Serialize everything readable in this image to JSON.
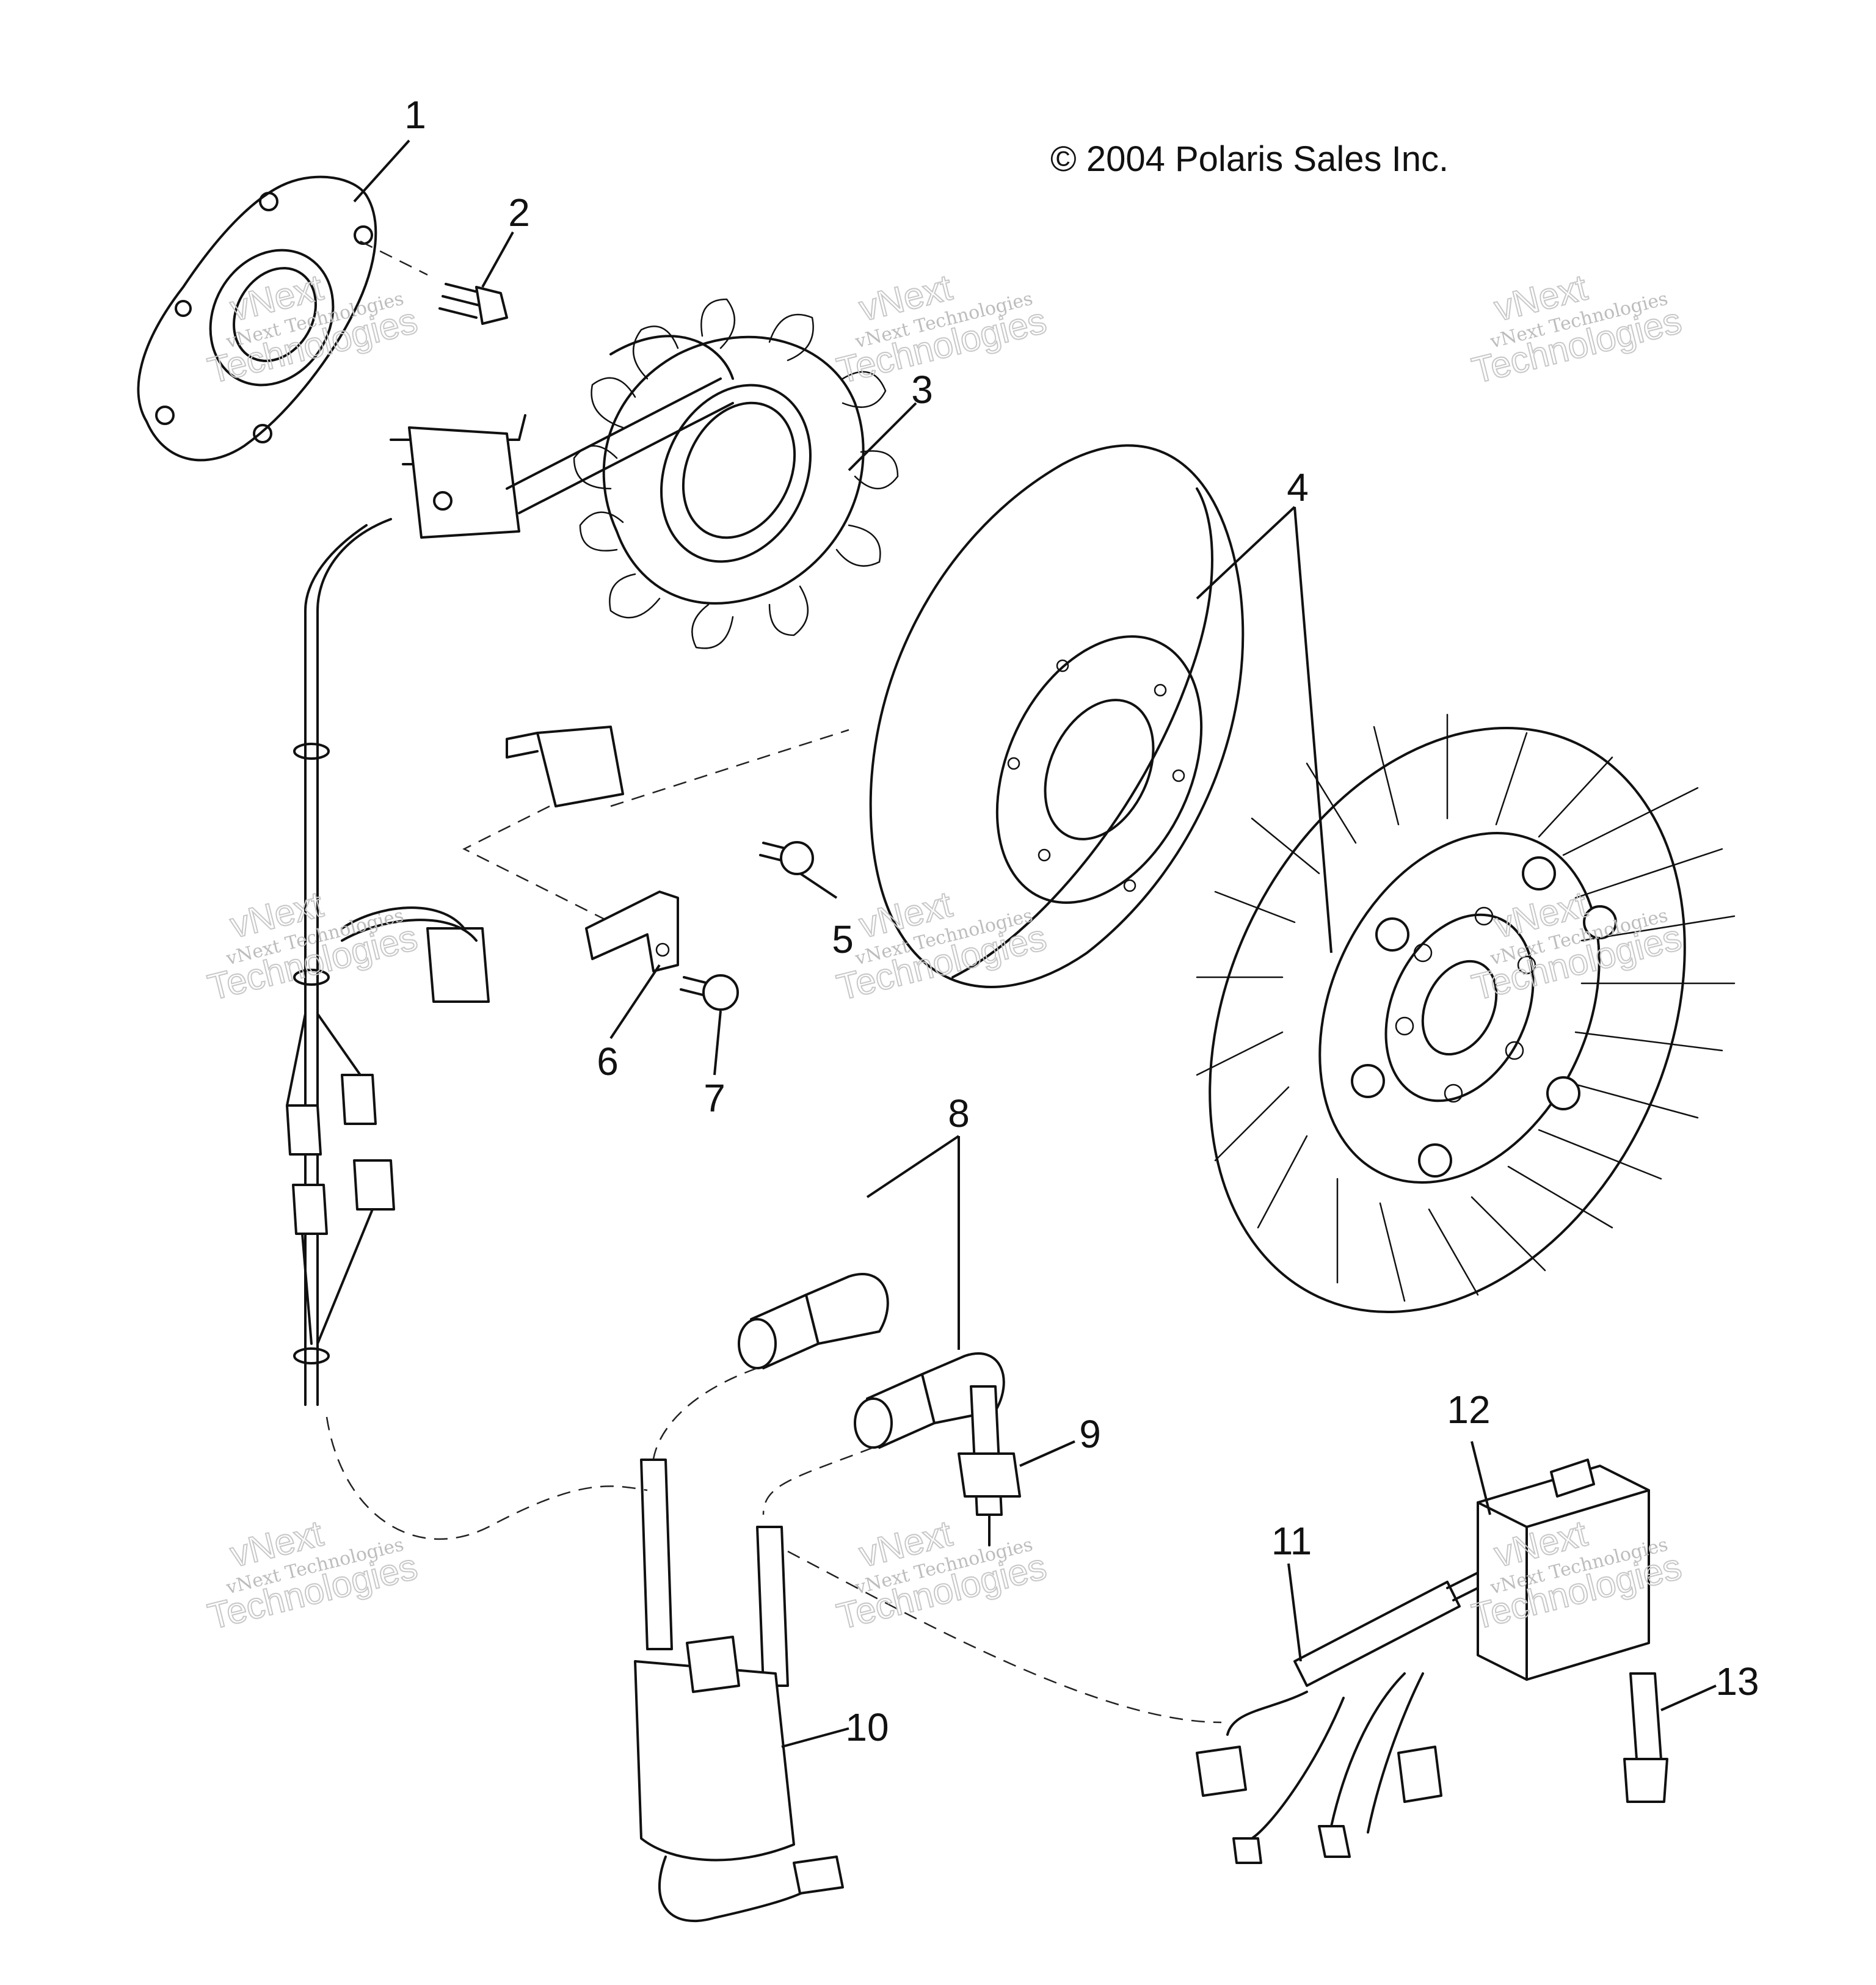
{
  "copyright": "© 2004 Polaris Sales Inc.",
  "watermark": {
    "line1": "vNext Technologies",
    "line2": "Technologies",
    "line3": "vNext"
  },
  "callouts": [
    "1",
    "2",
    "3",
    "4",
    "5",
    "6",
    "7",
    "8",
    "9",
    "10",
    "11",
    "12",
    "13"
  ]
}
